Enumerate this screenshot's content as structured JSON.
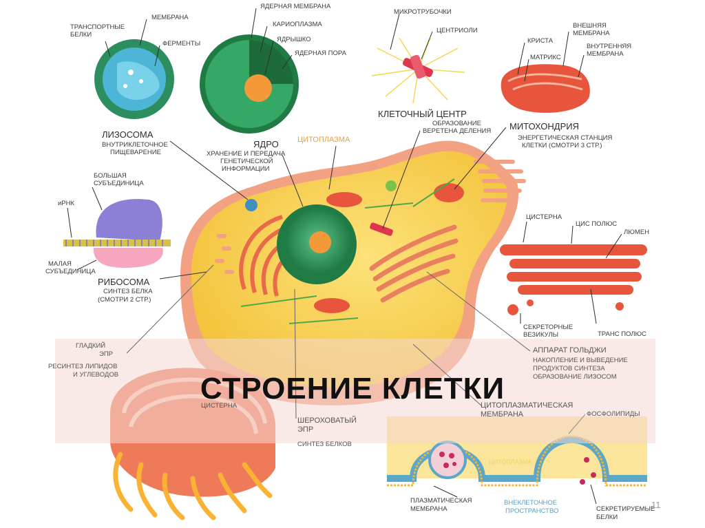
{
  "slide_title": "СТРОЕНИЕ КЛЕТКИ",
  "page_number": "11",
  "labels": {
    "transport_proteins": [
      "ТРАНСПОРТНЫЕ",
      "БЕЛКИ"
    ],
    "membrane": "МЕМБРАНА",
    "enzymes": "ФЕРМЕНТЫ",
    "lysosome_title": "ЛИЗОСОМА",
    "lysosome_desc": [
      "ВНУТРИКЛЕТОЧНОЕ",
      "ПИЩЕВАРЕНИЕ"
    ],
    "nuclear_membrane": "ЯДЕРНАЯ МЕМБРАНА",
    "karyoplasm": "КАРИОПЛАЗМА",
    "nucleolus": "ЯДРЫШКО",
    "nuclear_pore": "ЯДЕРНАЯ ПОРА",
    "nucleus_title": "ЯДРО",
    "nucleus_desc": [
      "ХРАНЕНИЕ И ПЕРЕДАЧА",
      "ГЕНЕТИЧЕСКОЙ",
      "ИНФОРМАЦИИ"
    ],
    "microtubules": "МИКРОТРУБОЧКИ",
    "centrioles": "ЦЕНТРИОЛИ",
    "cell_center": "КЛЕТОЧНЫЙ ЦЕНТР",
    "cell_center_desc": [
      "ОБРАЗОВАНИЕ",
      "ВЕРЕТЕНА ДЕЛЕНИЯ"
    ],
    "crista": "КРИСТА",
    "matrix": "МАТРИКС",
    "outer_membrane": [
      "ВНЕШНЯЯ",
      "МЕМБРАНА"
    ],
    "inner_membrane": [
      "ВНУТРЕННЯЯ",
      "МЕМБРАНА"
    ],
    "mito_title": "МИТОХОНДРИЯ",
    "mito_desc": [
      "ЭНЕРГЕТИЧЕСКАЯ СТАНЦИЯ",
      "КЛЕТКИ (СМОТРИ 3 СТР.)"
    ],
    "cytoplasm": "ЦИТОПЛАЗМА",
    "large_subunit": [
      "БОЛЬШАЯ",
      "СУБЪЕДИНИЦА"
    ],
    "mrna": "иРНК",
    "small_subunit": [
      "МАЛАЯ",
      "СУБЪЕДИНИЦА"
    ],
    "ribosome_title": "РИБОСОМА",
    "ribosome_desc": [
      "СИНТЕЗ БЕЛКА",
      "(СМОТРИ 2 СТР.)"
    ],
    "cisterna": "ЦИСТЕРНА",
    "cis_pole": "ЦИС ПОЛЮС",
    "lumen": "ЛЮМЕН",
    "secretory_vesicles": [
      "СЕКРЕТОРНЫЕ",
      "ВЕЗИКУЛЫ"
    ],
    "trans_pole": "ТРАНС ПОЛЮС",
    "smooth_er": [
      "ГЛАДКИЙ",
      "ЭПР"
    ],
    "smooth_er_desc": [
      "РЕСИНТЕЗ ЛИПИДОВ",
      "И УГЛЕВОДОВ"
    ],
    "golgi_title": "АППАРАТ ГОЛЬДЖИ",
    "golgi_desc": [
      "НАКОПЛЕНИЕ И ВЫВЕДЕНИЕ",
      "ПРОДУКТОВ СИНТЕЗА",
      "ОБРАЗОВАНИЕ ЛИЗОСОМ"
    ],
    "er_cisterna": "ЦИСТЕРНА",
    "rough_er": [
      "ШЕРОХОВАТЫЙ",
      "ЭПР"
    ],
    "rough_er_desc": "СИНТЕЗ БЕЛКОВ",
    "cytoplasmic_membrane": [
      "ЦИТОПЛАЗМАТИЧЕСКАЯ",
      "МЕМБРАНА"
    ],
    "phospholipids": "ФОСФОЛИПИДЫ",
    "membrane_cytoplasm": "ЦИТОПЛАЗМА",
    "plasma_membrane": [
      "ПЛАЗМАТИЧЕСКАЯ",
      "МЕМБРАНА"
    ],
    "extracellular_space": [
      "ВНЕКЛЕТОЧНОЕ",
      "ПРОСТРАНСТВО"
    ],
    "secreted_proteins": [
      "СЕКРЕТИРУЕМЫЕ",
      "БЕЛКИ"
    ]
  },
  "colors": {
    "cytoplasm": "#f8d24a",
    "cell_outer": "#f2a283",
    "nucleus": "#2e9a5a",
    "golgi": "#e8553d",
    "lysosome": "#5aa7c8",
    "ribosome_large": "#8b7fd6",
    "ribosome_small": "#f5a7c0",
    "banner": "#f4d8d4"
  }
}
